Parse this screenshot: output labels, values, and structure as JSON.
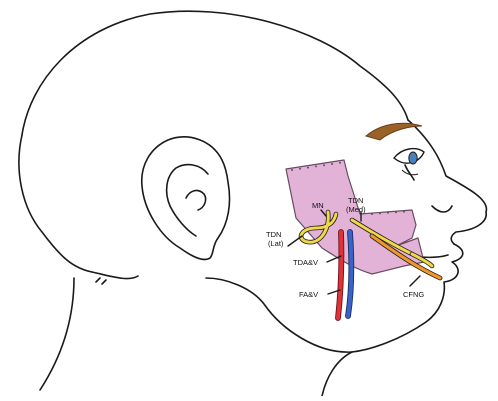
{
  "labels": {
    "mn": "MN",
    "tdn_med_1": "TDN",
    "tdn_med_2": "(Med)",
    "tdn_lat_1": "TDN",
    "tdn_lat_2": "(Lat)",
    "tdav": "TDA&V",
    "fav": "FA&V",
    "cfng": "CFNG"
  },
  "colors": {
    "muscle_fill": "#e2b3d6",
    "muscle_stroke": "#6b4a63",
    "nerve": "#f0d84a",
    "cross_face_graft": "#f0962a",
    "artery": "#e0323a",
    "vein": "#3a63c8",
    "eyebrow": "#9b6228",
    "iris": "#4a7fbf",
    "line": "#1a1a1a"
  },
  "icons": {
    "head": "head-profile-outline",
    "ear": "ear-outline",
    "eye": "eye-icon",
    "muscle": "muscle-flap-shape"
  }
}
